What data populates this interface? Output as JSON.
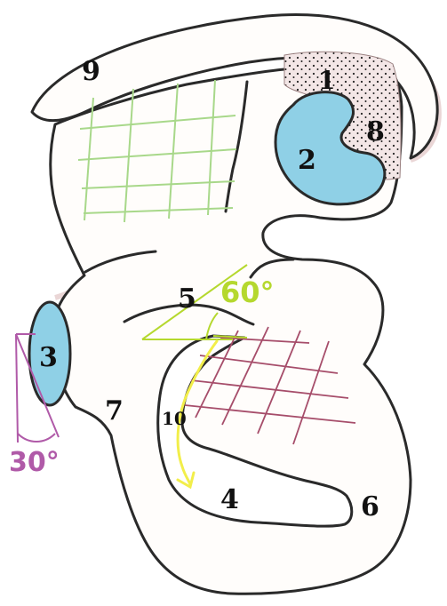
{
  "labels": {
    "l1": "1",
    "l2": "2",
    "l3": "3",
    "l4": "4",
    "l5": "5",
    "l6": "6",
    "l7": "7",
    "l8": "8",
    "l9": "9",
    "l10": "10"
  },
  "angles": {
    "a60": "60°",
    "a30": "30°"
  },
  "colors": {
    "blue_fill": "#8fd0e6",
    "green_grid": "#a8d88a",
    "maroon_grid": "#a64d6a",
    "angle_60": "#b5d82e",
    "angle_30": "#b05aa8",
    "yellow_arrow": "#f2ee4a",
    "stipple": "#f0e4e4"
  }
}
